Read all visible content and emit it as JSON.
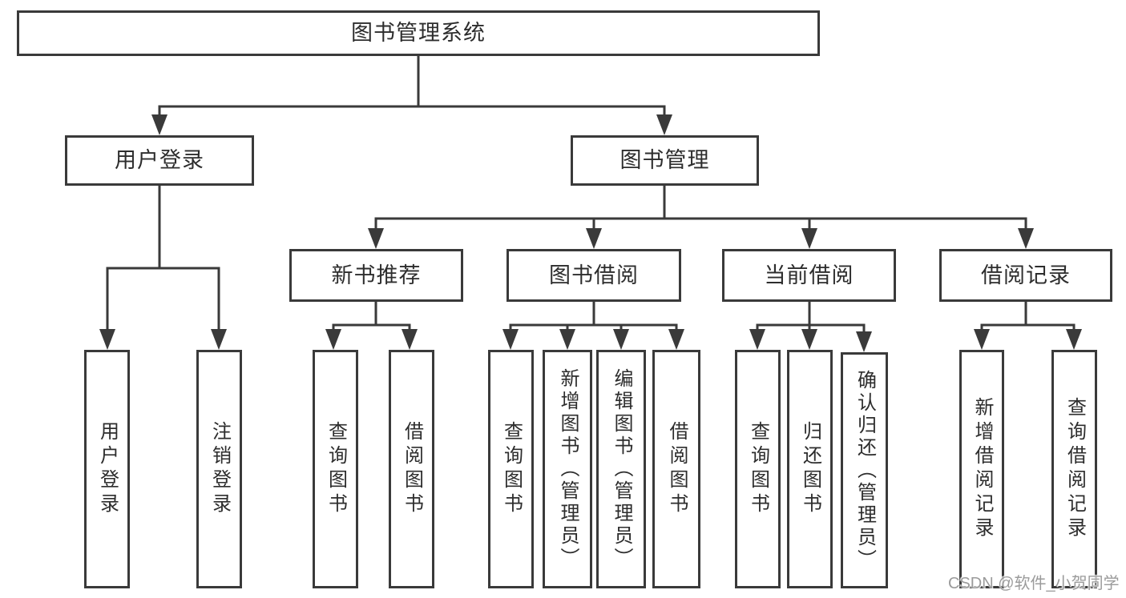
{
  "diagram": {
    "title": "图书管理系统",
    "root": "图书管理系统",
    "level2": {
      "user_login": "用户登录",
      "book_mgmt": "图书管理"
    },
    "level3": {
      "new_book_rec": "新书推荐",
      "book_borrow": "图书借阅",
      "current_borrow": "当前借阅",
      "borrow_records": "借阅记录"
    },
    "leaves": {
      "login_user_login": "用户登录",
      "login_logout": "注销登录",
      "rec_query_books": "查询图书",
      "rec_borrow_books": "借阅图书",
      "bb_query_books": "查询图书",
      "bb_add_books_admin": "新增图书（管理员）",
      "bb_edit_books_admin": "编辑图书（管理员）",
      "bb_borrow_books": "借阅图书",
      "cb_query_books": "查询图书",
      "cb_return_books": "归还图书",
      "cb_confirm_return_admin": "确认归还（管理员）",
      "br_add_record": "新增借阅记录",
      "br_query_record": "查询借阅记录"
    }
  },
  "watermark": "CSDN @软件_小贺同学",
  "colors": {
    "line": "#3a3a3a",
    "text": "#2d2d2d",
    "watermark": "#9b9b9b",
    "background": "#ffffff"
  }
}
